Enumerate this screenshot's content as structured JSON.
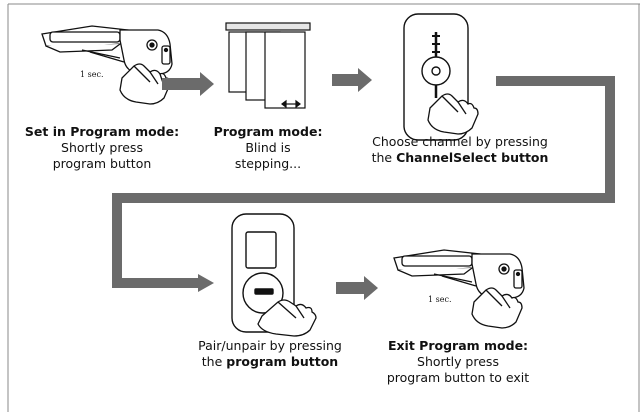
{
  "steps": {
    "step1": {
      "time": "1 sec.",
      "title": "Set in Program mode:",
      "line1": "Shortly press",
      "line2": "program button"
    },
    "step2": {
      "title": "Program mode:",
      "line1": "Blind is",
      "line2": "stepping..."
    },
    "step3": {
      "line1": "Choose channel by pressing",
      "prefix": "the ",
      "bold": "ChannelSelect button"
    },
    "step4": {
      "line1": "Pair/unpair by pressing",
      "prefix": "the ",
      "bold": "program button"
    },
    "step5": {
      "time": "1 sec.",
      "title": "Exit Program mode:",
      "line1": "Shortly press",
      "line2": "program button to exit"
    }
  },
  "colors": {
    "arrow": "#6b6b6b",
    "frame": "#888888",
    "line": "#111111"
  }
}
